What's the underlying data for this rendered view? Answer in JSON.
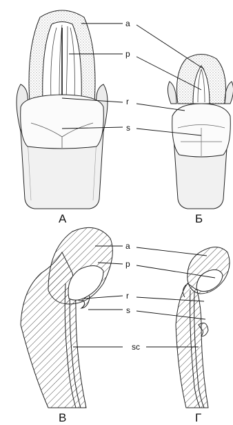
{
  "labels": {
    "a": "a",
    "p": "p",
    "r": "r",
    "s": "s",
    "sc": "sc"
  },
  "panels": {
    "A": "А",
    "B": "Б",
    "V": "В",
    "G": "Г"
  }
}
